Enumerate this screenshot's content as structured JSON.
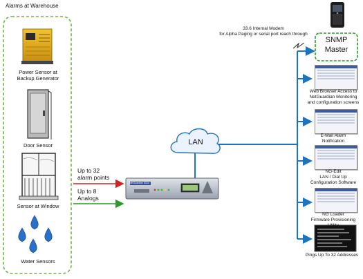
{
  "warehouse": {
    "title": "Alarms at Warehouse",
    "sensors": [
      "Power Sensor at\nBackup Generator",
      "Door Sensor",
      "Sensor at Window",
      "Water Sensors"
    ]
  },
  "links": {
    "alarm_points": "Up to 32\nalarm points",
    "analogs": "Up to 8\nAnalogs"
  },
  "device": {
    "brand_label": "NetGuardian 832A"
  },
  "lan": {
    "label": "LAN"
  },
  "modem": {
    "label": "33.6 Internal Modem\nfor Alpha Paging or serial port reach through"
  },
  "snmp": {
    "label": "SNMP\nMaster"
  },
  "clients": [
    "Web Browser Access to\nNetGuardian Monitoring\nand configuration screens",
    "E-Mail Alarm\nNotification",
    "NG-Edit\nLAN / Dial Up\nConfiguration Software",
    "NG Loader\nFirmware Provisioning\nUtility",
    "Pings Up To 32 Addresses"
  ],
  "colors": {
    "dashed_border": "#6db33f",
    "line_blue": "#1e73be",
    "arrow_red": "#d42020",
    "arrow_green": "#2a9a2a"
  }
}
